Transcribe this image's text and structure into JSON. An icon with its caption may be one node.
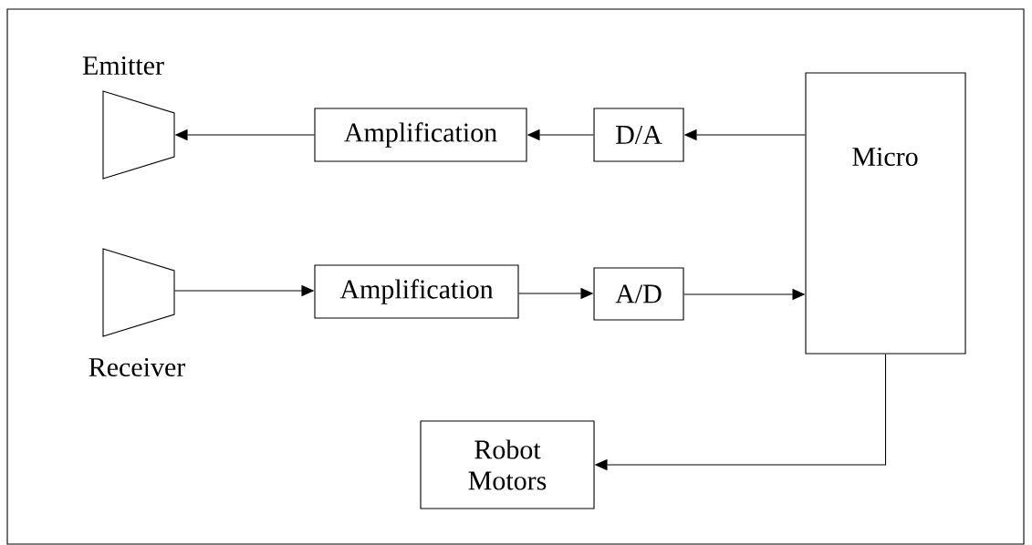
{
  "diagram": {
    "nodes": [
      {
        "text": [
          "Emitter"
        ]
      },
      {
        "text": [
          "Amplification"
        ]
      },
      {
        "text": [
          "D/A"
        ]
      },
      {
        "text": [
          "Micro"
        ]
      },
      {
        "text": [
          "Receiver"
        ]
      },
      {
        "text": [
          "Amplification"
        ]
      },
      {
        "text": [
          "A/D"
        ]
      },
      {
        "text": [
          "Robot Motors"
        ]
      }
    ],
    "edges": [
      {
        "from": 3,
        "to": 2,
        "arrow": "to"
      },
      {
        "from": 2,
        "to": 1,
        "arrow": "to"
      },
      {
        "from": 1,
        "to": 0,
        "arrow": "to"
      },
      {
        "from": 4,
        "to": 5,
        "arrow": "to"
      },
      {
        "from": 5,
        "to": 6,
        "arrow": "to"
      },
      {
        "from": 6,
        "to": 3,
        "arrow": "to"
      },
      {
        "from": 3,
        "to": 7,
        "arrow": "to"
      }
    ]
  }
}
